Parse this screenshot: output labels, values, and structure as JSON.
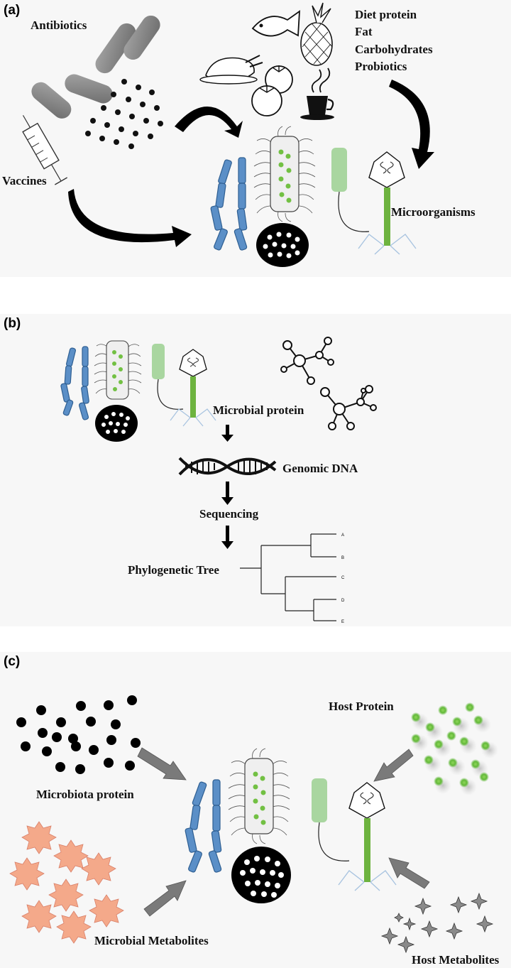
{
  "panels": {
    "a": {
      "letter": "(a)",
      "antibiotics": "Antibiotics",
      "vaccines": "Vaccines",
      "diet_lines": [
        "Diet protein",
        "Fat",
        "Carbohydrates",
        "Probiotics"
      ],
      "microorganisms": "Microorganisms"
    },
    "b": {
      "letter": "(b)",
      "microbial_protein": "Microbial protein",
      "genomic_dna": "Genomic DNA",
      "sequencing": "Sequencing",
      "phylogenetic_tree": "Phylogenetic Tree",
      "tree_leaves": [
        "A",
        "B",
        "C",
        "D",
        "E"
      ]
    },
    "c": {
      "letter": "(c)",
      "host_protein": "Host Protein",
      "microbiota_protein": "Microbiota protein",
      "microbial_metabolites": "Microbial Metabolites",
      "host_metabolites": "Host Metabolites"
    }
  },
  "colors": {
    "panel_background": "#f7f7f7",
    "rod_blue": "#5b8fc7",
    "green_dot": "#7cc84a",
    "phage_green": "#6db33f",
    "pale_green": "#a9d6a0",
    "metabolite_salmon": "#f4a98a",
    "arrow_gray": "#7a7a7a"
  }
}
